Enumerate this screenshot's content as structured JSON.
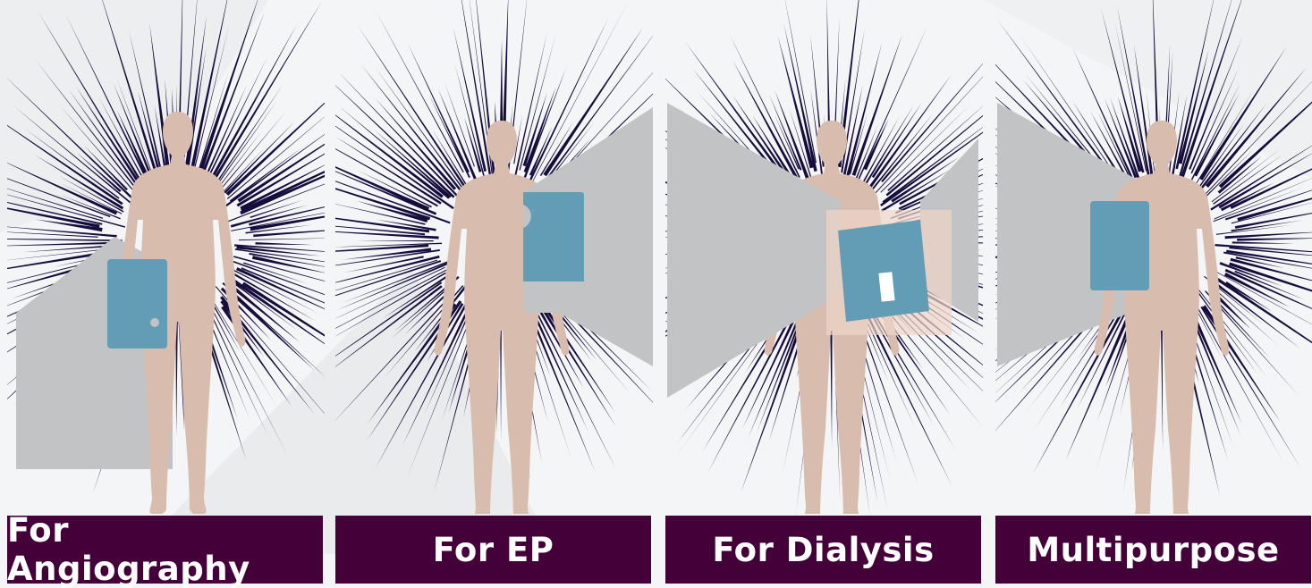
{
  "panels": [
    {
      "label": "For Angiography",
      "figure_color": "#d8bcae",
      "cover_color": "#639db5",
      "shield_color": "#c2c3c4",
      "ray_color": "#170d3d"
    },
    {
      "label": "For EP",
      "figure_color": "#d8bcae",
      "cover_color": "#639db5",
      "shield_color": "#c2c3c4",
      "ray_color": "#170d3d"
    },
    {
      "label": "For Dialysis",
      "figure_color": "#d8bcae",
      "cover_color": "#639db5",
      "shield_color": "#c2c3c4",
      "ray_color": "#170d3d"
    },
    {
      "label": "Multipurpose",
      "figure_color": "#d8bcae",
      "cover_color": "#639db5",
      "shield_color": "#c2c3c4",
      "ray_color": "#170d3d"
    }
  ],
  "label_bar_color": "#430039"
}
